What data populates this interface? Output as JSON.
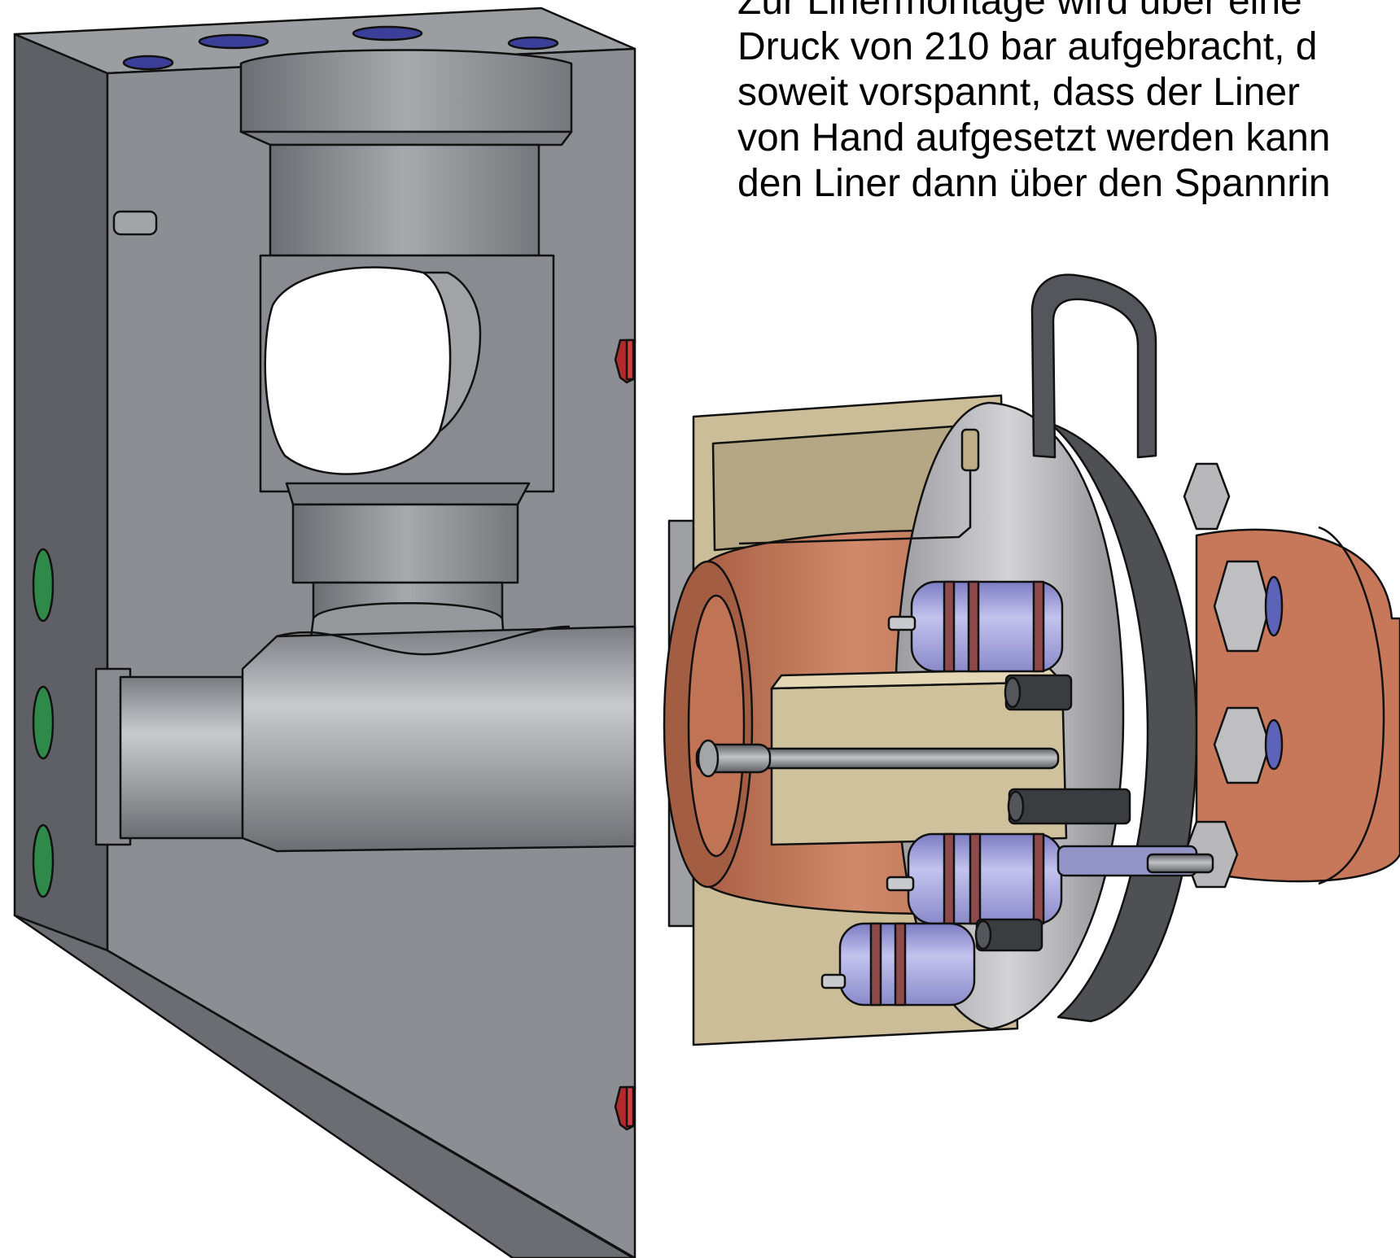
{
  "caption": {
    "lines": [
      "Zur Linermontage wird über eine",
      "Druck von 210 bar aufgebracht, d",
      "soweit vorspannt, dass der Liner",
      "von Hand aufgesetzt werden kann",
      "den Liner dann über den Spannrin"
    ]
  },
  "colors": {
    "housing": "#8d8e93",
    "housing_dark": "#5f6065",
    "copper": "#c7785a",
    "sand": "#cbbd98",
    "steel_ring": "#b8b8bb",
    "clamp_dark": "#4f5054",
    "piston_blue": "#9a9ad6",
    "seal_red": "#8d4a4a",
    "port_blue": "#3b3f9a",
    "port_green": "#2f8a4a",
    "bolt_red": "#b22a2a",
    "outline": "#111111"
  }
}
